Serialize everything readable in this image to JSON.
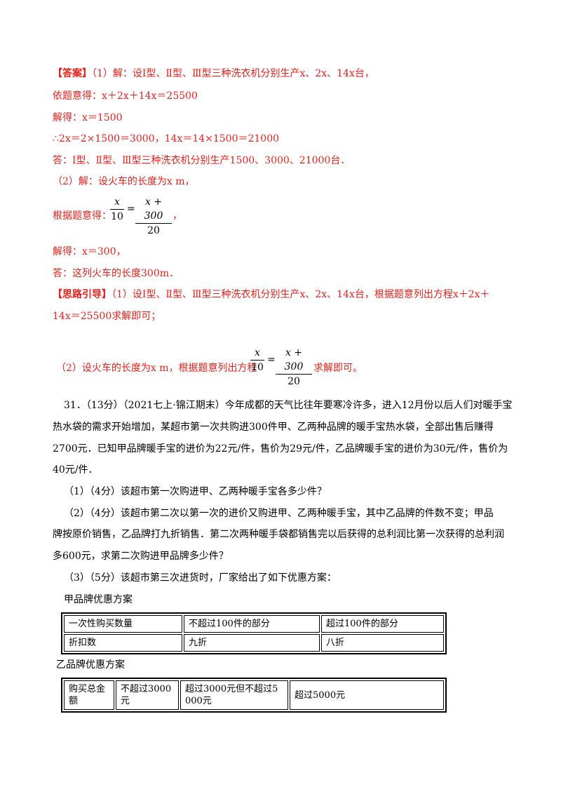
{
  "answer": {
    "tag": "【答案】",
    "l1": "（1）解：设Ⅰ型、Ⅱ型、Ⅲ型三种洗衣机分别生产x、2x、14x台，",
    "l2": "依题意得：x＋2x＋14x＝25500",
    "l3": "解得：x＝1500",
    "l4": "∴2x＝2×1500＝3000，14x＝14×1500＝21000",
    "l5": "答：Ⅰ型、Ⅱ型、Ⅲ型三种洗衣机分别生产1500、3000、21000台．",
    "l6": "（2）解：设火车的长度为x m，",
    "l7_prefix": "根据题意得：",
    "l7_suffix": "，",
    "l8": "解得：x＝300，",
    "l9": "答：这列火车的长度300m．"
  },
  "equation": {
    "left_num": "x",
    "left_den": "10",
    "eq": "=",
    "right_num": "x + 300",
    "right_den": "20"
  },
  "hint": {
    "tag": "【思路引导】",
    "l1": "（1）设Ⅰ型、Ⅱ型、Ⅲ型三种洗衣机分别生产x、2x、14x台，根据题意列出方程x＋2x＋",
    "l2": "14x＝25500求解即可；",
    "l3_prefix": "（2）设火车的长度为x m，根据题意列出方程",
    "l3_suffix": "求解即可。"
  },
  "q31": {
    "l1": "31．（13分）（2021七上·锦江期末）今年成都的天气比往年要寒冷许多，进入12月份以后人们对暖手宝",
    "l2": "热水袋的需求开始增加，某超市第一次共购进300件甲、乙两种品牌的暖手宝热水袋，全部出售后赚得",
    "l3": "2700元．已知甲品牌暖手宝的进价为22元/件，售价为29元/件，乙品牌暖手宝的进价为30元/件，售价为",
    "l4": "40元/件．",
    "p1": "（1）（4分）该超市第一次购进甲、乙两种暖手宝各多少件？",
    "p2a": "（2）（4分）该超市第二次以第一次的进价又购进甲、乙两种暖手宝，其中乙品牌的件数不变；甲品",
    "p2b": "牌按原价销售，乙品牌打九折销售．第二次两种暖手袋都销售完以后获得的总利润比第一次获得的总利润",
    "p2c": "多600元，求第二次购进甲品牌多少件？",
    "p3": "（3）（5分）该超市第三次进货时，厂家给出了如下优惠方案：",
    "tableA_title": "甲品牌优惠方案",
    "tableA": [
      [
        "一次性购买数量",
        "不超过100件的部分",
        "超过100件的部分"
      ],
      [
        "折扣数",
        "九折",
        "八折"
      ]
    ],
    "tableB_title": "乙品牌优惠方案",
    "tableB": {
      "c1": "购买总金额",
      "c2": "不超过3000元",
      "c3": "超过3000元但不超过5000元",
      "c4": "超过5000元"
    }
  }
}
